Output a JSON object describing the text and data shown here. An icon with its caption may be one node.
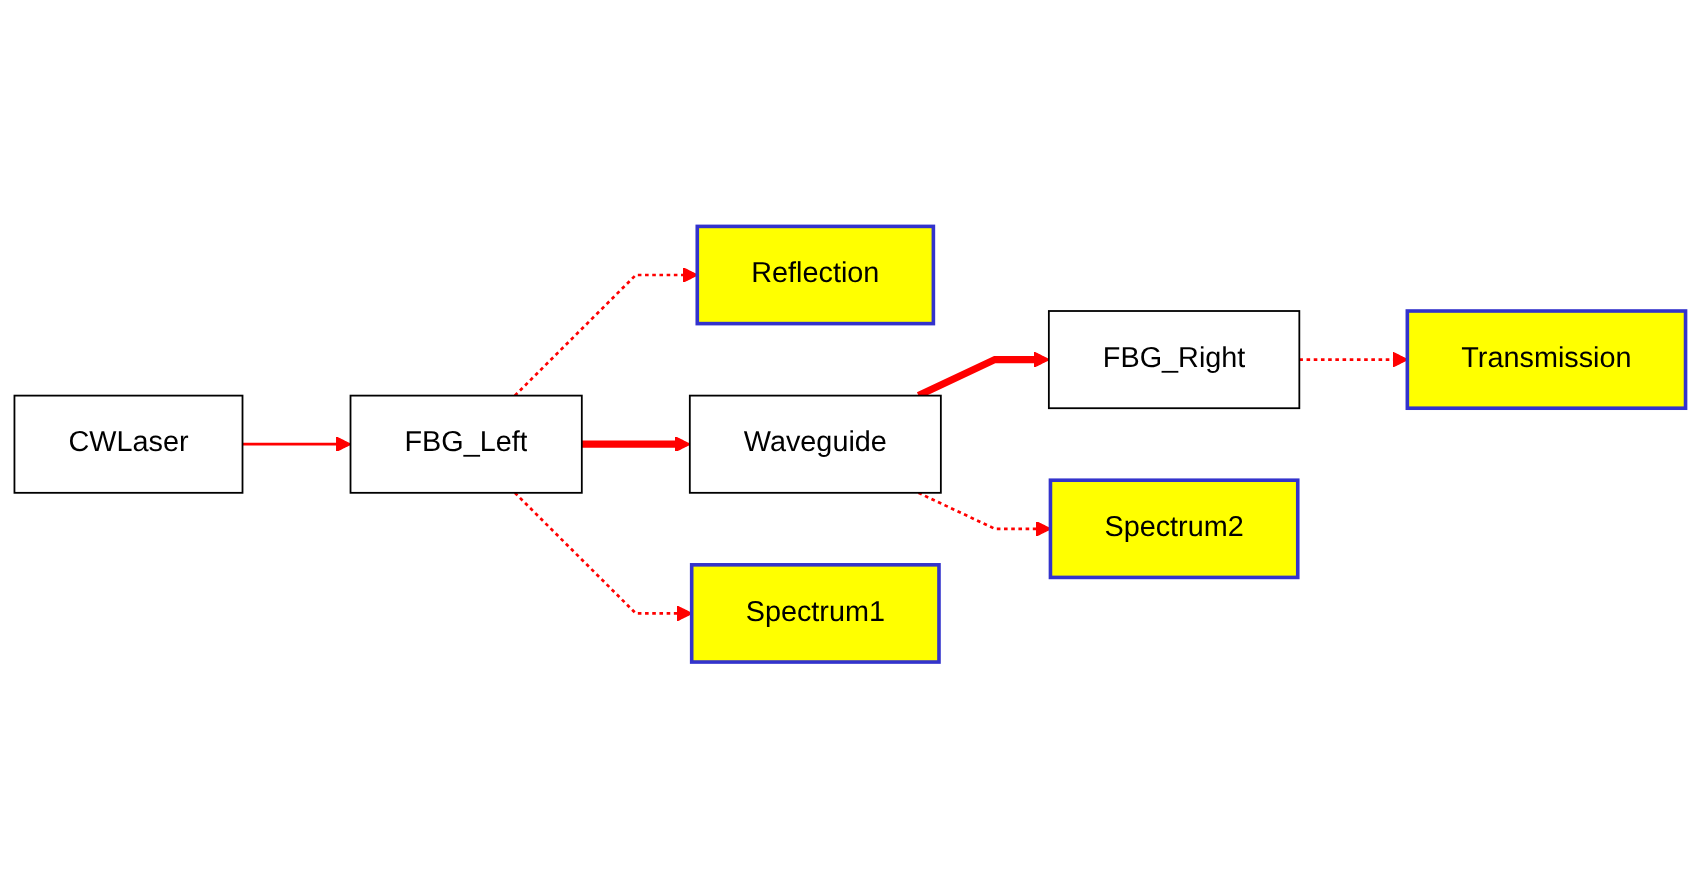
{
  "diagram": {
    "nodes": [
      {
        "text": [
          "Reflection"
        ]
      },
      {
        "text": [
          "Transmission"
        ]
      },
      {
        "text": [
          "CWLaser"
        ]
      },
      {
        "text": [
          "FBG_Left"
        ]
      },
      {
        "text": [
          "Waveguide"
        ]
      },
      {
        "text": [
          "FBG_Right"
        ]
      },
      {
        "text": [
          "Spectrum1"
        ]
      },
      {
        "text": [
          "Spectrum2"
        ]
      }
    ],
    "edges": [
      {
        "from": 2,
        "to": 3,
        "arrow": "to"
      },
      {
        "from": 3,
        "to": 4,
        "arrow": "to",
        "style": "thick"
      },
      {
        "from": 4,
        "to": 5,
        "arrow": "to",
        "style": "thick"
      },
      {
        "from": 3,
        "to": 0,
        "arrow": "to",
        "style": "dashed"
      },
      {
        "from": 3,
        "to": 6,
        "arrow": "to",
        "style": "dashed"
      },
      {
        "from": 4,
        "to": 7,
        "arrow": "to",
        "style": "dashed"
      },
      {
        "from": 5,
        "to": 1,
        "arrow": "to",
        "style": "dashed"
      }
    ]
  }
}
